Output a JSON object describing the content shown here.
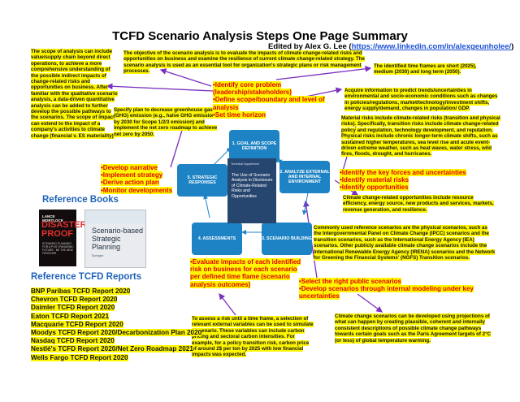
{
  "title": "TCFD Scenario Analysis Steps One Page Summary",
  "edited_prefix": "Edited by Alex G. Lee (",
  "edited_link": "https://www.linkedin.com/in/alexgeunholee/",
  "edited_suffix": ")",
  "notes": {
    "scope": "The scope of analysis can include value/supply chain beyond direct operations, to achieve a more comprehensive understanding of the possible indirect impacts of change-related risks and opportunities on business. After familiar with the qualitative scenario analysis, a data-driven quantitative analysis can be added to further develop the possible pathways to the scenarios. The scope of impact can extend to the impact of a company's activities to climate change (financial v. ES materiality).",
    "objective": "The objective of the scenario analysis is to evaluate the impacts of climate change-related risks and opportunities on business and examine the resilience of current climate change-related strategy. The scenario analysis is used as an essential tool for organization's strategic plans or risk management processes.",
    "time_frames": "The identified time frames are short (2025), medium (2030) and long term (2050).",
    "acquire": "Acquire information to predict trends/uncertainties in environmental and socio-economic conditions such as changes in policies/regulations, market/technology/investment shifts, energy supply/demand, changes in population/ GDP.",
    "strategy": "Specify plan to decrease greenhouse gas (GHG) emission (e.g., halve GHG emission by 2030 for Scope 1/2/3 emission) and implement the net zero roadmap to achieve net zero by 2050.",
    "material": "Material risks include climate-related risks (transition and physical risks). Specifically, transition risks include climate change-related policy and regulation, technology development, and reputation. Physical risks include chronic longer-term climate shifts, such as sustained higher temperatures, sea level rise and acute event-driven extreme weather, such as heat waves, water stress, wild fires, floods, drought, and hurricanes.",
    "opportunities": "Climate change-related opportunities include resource efficiency, energy source, new products and services, markets, revenue generation, and resilience.",
    "scenarios": "Commonly used reference scenarios are the physical scenarios, such as the Intergovernmental Panel on Climate Change (IPCC) scenarios and the transition scenarios, such as the International Energy Agency (IEA) scenarios. Other publicly available climate change scenarios include the International Renewable Energy Agency (IRENA) scenarios and the Network for Greening the Financial Systems' (NGFS) Transition scenarios.",
    "timeframe_assess": "To assess a risk until a time frame, a selection of relevant external variables can be used to simulate a scenario. These variables can include carbon pricing and sectoral carbon intensities. For example, for a policy transition risk, carbon price of around 2$ per ton by 2025 with low financial impacts was expected.",
    "develop": "Climate change scenarios can be developed using projections of what can happen by creating plausible, coherent and internally consistent descriptions of possible climate change pathways towards certain goals such as the Paris Agreement targets of 2°C (or less) of global temperature warming."
  },
  "red_items": {
    "scope": [
      "•Identify core problem (leadership/stakeholders)",
      "•Define scope/boundary and level of analysis",
      "•Set time horizon"
    ],
    "analyze": [
      "•Identify the key forces and uncertainties",
      "•Identify material risks",
      "•Identify opportunities"
    ],
    "strategy": [
      "•Develop narrative",
      "•Implement strategy",
      "•Derive action plan",
      "•Monitor developments"
    ],
    "assess": [
      "•Evaluate impacts of each identified risk on business for each scenario per defined time flame (scenario analysis outcomes)"
    ],
    "build": [
      "•Select the right public scenarios",
      "•Develop scenarios through internal modeling under key uncertainties"
    ]
  },
  "nodes": {
    "n1": "1. GOAL AND SCOPE DEFINITION",
    "n2": "2. ANALYZE EXTERNAL AND INTERNAL ENVIRONMENT",
    "n3": "3. SCENARIO BUILDING",
    "n4": "4. ASSESSMENTS",
    "n5": "5. STRATEGIC RESPONSES"
  },
  "center_book": {
    "top": "Technical Supplement",
    "text": "The Use of Scenario Analysis in Disclosure of Climate-Related Risks and Opportunities"
  },
  "reference_books_heading": "Reference Books",
  "book1": {
    "author": "LANCE MORTLOCK",
    "title": "DISASTER PROOF",
    "subtitle": "SCENARIO PLANNING FOR A POST-PANDEMIC FUTURE · BE THE NEW FRONTIER"
  },
  "book2": {
    "title": "Scenario-based Strategic Planning",
    "publisher": "Springer"
  },
  "reference_reports_heading": "Reference TCFD Reports",
  "reports": [
    "BNP Paribas TCFD Report 2020",
    "Chevron TCFD Report 2020",
    "Daimler TCFD Report 2020",
    "Eaton TCFD Report 2021",
    "Macquarie TCFD Report 2020",
    "Moodys TCFD Report 2020/Decarbonization Plan 2020",
    "Nasdaq TCFD Report 2020",
    "Nestlé's TCFD Report 2020/Net Zero Roadmap 2021",
    "Wells Fargo TCFD Report 2020"
  ],
  "colors": {
    "node": "#1e83c4",
    "arrow": "#7b2fbe",
    "highlight": "#fff700",
    "red": "#e00000",
    "heading": "#1f63b8"
  }
}
